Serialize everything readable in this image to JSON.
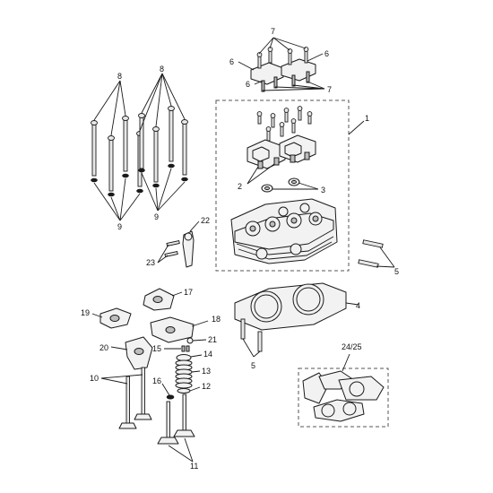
{
  "callouts": {
    "c1": "1",
    "c2": "2",
    "c3": "3",
    "c4": "4",
    "c5a": "5",
    "c5b": "5",
    "c6a": "6",
    "c6b": "6",
    "c6c": "6",
    "c7a": "7",
    "c7b": "7",
    "c8a": "8",
    "c8b": "8",
    "c9a": "9",
    "c9b": "9",
    "c10": "10",
    "c11": "11",
    "c12": "12",
    "c13": "13",
    "c14": "14",
    "c15": "15",
    "c16": "16",
    "c17": "17",
    "c18": "18",
    "c19": "19",
    "c20": "20",
    "c21": "21",
    "c22": "22",
    "c23": "23",
    "c2425": "24/25"
  }
}
